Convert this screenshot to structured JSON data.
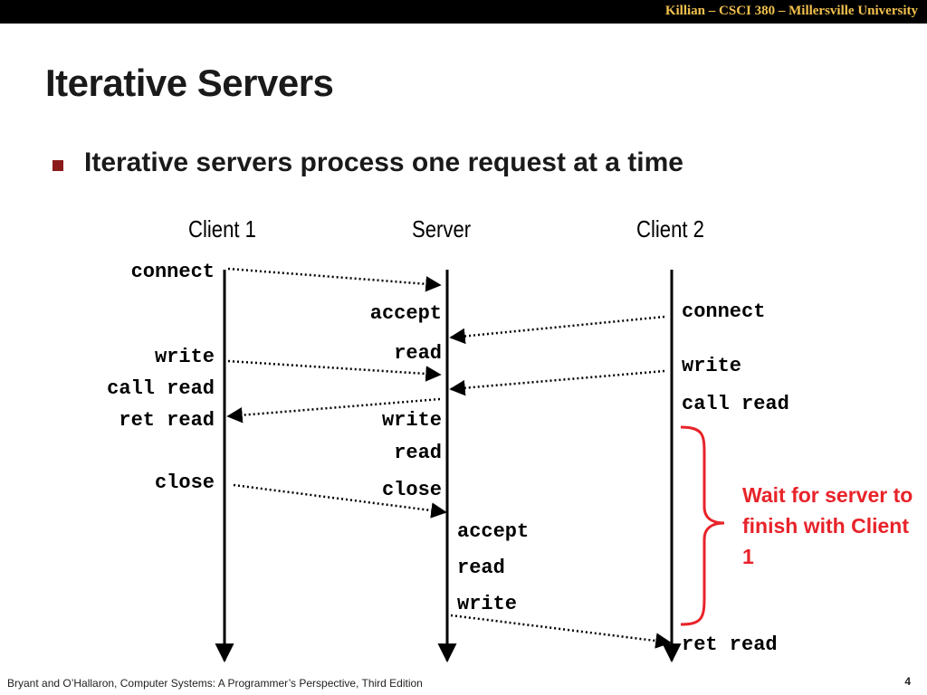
{
  "header": {
    "course": "Killian – CSCI 380 – Millersville University"
  },
  "title": "Iterative Servers",
  "bullet": "Iterative servers process one request at a time",
  "columns": {
    "client1": "Client 1",
    "server": "Server",
    "client2": "Client 2"
  },
  "client1_ops": [
    "connect",
    "write",
    "call read",
    "ret read",
    "close"
  ],
  "server_ops": [
    "accept",
    "read",
    "write",
    "read",
    "close"
  ],
  "server_ops_2": [
    "accept",
    "read",
    "write"
  ],
  "client2_ops": [
    "connect",
    "write",
    "call read",
    "ret read"
  ],
  "note": "Wait for server to finish with Client 1",
  "footer": "Bryant and O’Hallaron, Computer Systems: A Programmer’s Perspective, Third Edition",
  "page_number": "4",
  "colors": {
    "topbar": "#000000",
    "header_text": "#f2c14e",
    "bullet": "#8b1a1a",
    "note": "#e8232a"
  }
}
